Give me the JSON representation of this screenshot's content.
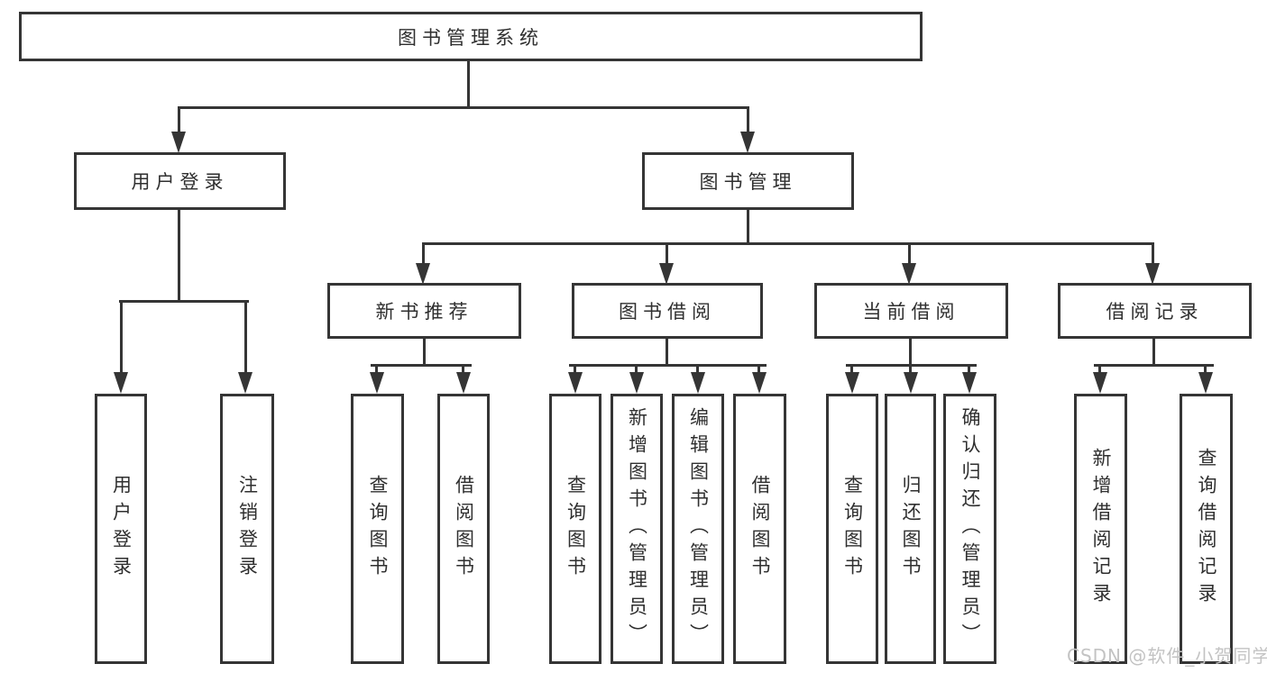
{
  "colors": {
    "line": "#353535",
    "text": "#2f2f2f",
    "watermark": "#c3c3c3",
    "background": "#ffffff"
  },
  "watermark": {
    "text": "CSDN @软件_小贺同学"
  },
  "tree": {
    "root": {
      "label": "图书管理系统"
    },
    "branches": [
      {
        "label": "用户登录",
        "children": [
          "用户登录",
          "注销登录"
        ]
      },
      {
        "label": "图书管理",
        "sections": [
          {
            "label": "新书推荐",
            "children": [
              "查询图书",
              "借阅图书"
            ]
          },
          {
            "label": "图书借阅",
            "children": [
              "查询图书",
              "新增图书（管理员）",
              "编辑图书（管理员）",
              "借阅图书"
            ]
          },
          {
            "label": "当前借阅",
            "children": [
              "查询图书",
              "归还图书",
              "确认归还（管理员）"
            ]
          },
          {
            "label": "借阅记录",
            "children": [
              "新增借阅记录",
              "查询借阅记录"
            ]
          }
        ]
      }
    ]
  }
}
